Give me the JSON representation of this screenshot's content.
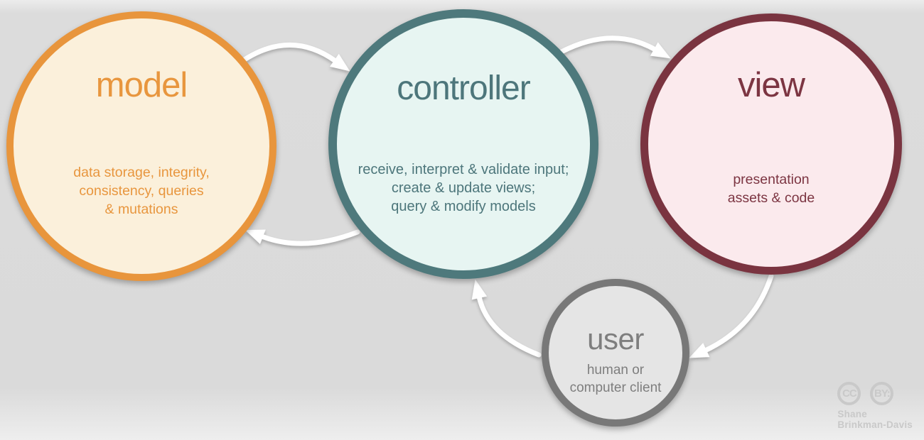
{
  "background_color": "#dcdcdc",
  "arrow_color": "#ffffff",
  "nodes": {
    "model": {
      "title": "model",
      "description": "data storage, integrity,\nconsistency, queries\n& mutations",
      "border_color": "#e8953c",
      "fill_color": "#fbf0db",
      "text_color": "#e8963e"
    },
    "controller": {
      "title": "controller",
      "description": "receive, interpret & validate input;\ncreate & update views;\nquery & modify models",
      "border_color": "#4e797c",
      "fill_color": "#e7f5f2",
      "text_color": "#4d767b"
    },
    "view": {
      "title": "view",
      "description": "presentation\nassets & code",
      "border_color": "#7a3440",
      "fill_color": "#fbeaed",
      "text_color": "#7c3542"
    },
    "user": {
      "title": "user",
      "description": "human or\ncomputer client",
      "border_color": "#787878",
      "fill_color": "#e5e5e5",
      "text_color": "#7e7e7e"
    }
  },
  "arrows": [
    {
      "from": "model",
      "to": "controller"
    },
    {
      "from": "controller",
      "to": "view"
    },
    {
      "from": "controller",
      "to": "model"
    },
    {
      "from": "view",
      "to": "user"
    },
    {
      "from": "user",
      "to": "controller"
    }
  ],
  "attribution": {
    "cc_label": "CC",
    "by_label": "BY:",
    "author": "Shane\nBrinkman-Davis"
  }
}
